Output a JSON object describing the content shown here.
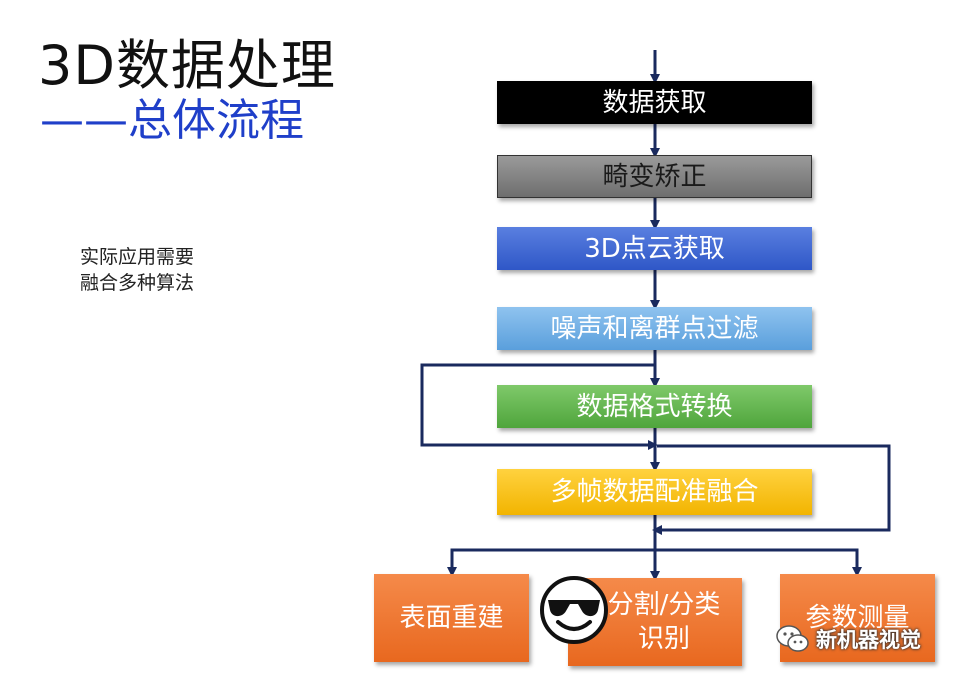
{
  "title": {
    "main": "3D数据处理",
    "sub": "——总体流程"
  },
  "side_note": "实际应用需要\n融合多种算法",
  "steps": {
    "acquire": "数据获取",
    "distortion": "畸变矫正",
    "point_cloud": "3D点云获取",
    "noise_filter": "噪声和离群点过滤",
    "format_convert": "数据格式转换",
    "registration": "多帧数据配准融合"
  },
  "outputs": {
    "surface": "表面重建",
    "segmentation": "分割/分类\n识别",
    "measurement": "参数测量"
  },
  "watermark": {
    "text": "新机器视觉",
    "icon": "wechat-icon"
  },
  "colors": {
    "arrow": "#1a2a5e",
    "title_sub": "#1f3fc9",
    "acquire": "#000000",
    "distortion": "#808080",
    "point_cloud": "#3a62d0",
    "noise_filter": "#6aaae3",
    "format_convert": "#5fb34a",
    "registration": "#f7c21b",
    "outputs": "#ee7430"
  }
}
